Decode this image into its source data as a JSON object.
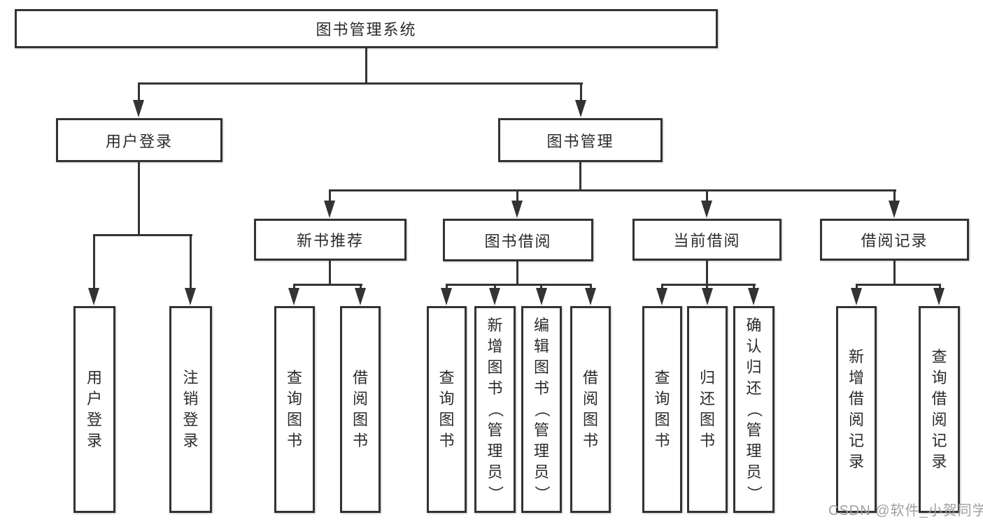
{
  "tree": {
    "label": "图书管理系统",
    "children": [
      {
        "label": "用户登录",
        "children": [
          {
            "label": "用户登录"
          },
          {
            "label": "注销登录"
          }
        ]
      },
      {
        "label": "图书管理",
        "children": [
          {
            "label": "新书推荐",
            "children": [
              {
                "label": "查询图书"
              },
              {
                "label": "借阅图书"
              }
            ]
          },
          {
            "label": "图书借阅",
            "children": [
              {
                "label": "查询图书"
              },
              {
                "label": "新增图书（管理员）"
              },
              {
                "label": "编辑图书（管理员）"
              },
              {
                "label": "借阅图书"
              }
            ]
          },
          {
            "label": "当前借阅",
            "children": [
              {
                "label": "查询图书"
              },
              {
                "label": "归还图书"
              },
              {
                "label": "确认归还（管理员）"
              }
            ]
          },
          {
            "label": "借阅记录",
            "children": [
              {
                "label": "新增借阅记录"
              },
              {
                "label": "查询借阅记录"
              }
            ]
          }
        ]
      }
    ]
  },
  "watermark": "CSDN @软件_小贺同学",
  "colors": {
    "line": "#333333",
    "box_border": "#333333",
    "text": "#2b2b2b",
    "background": "#ffffff",
    "watermark": "#a0a0a0"
  }
}
